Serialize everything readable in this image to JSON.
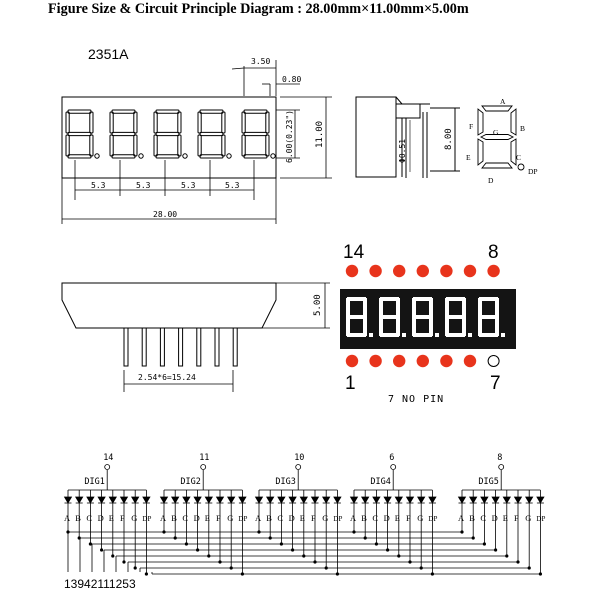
{
  "title": "Figure Size & Circuit Principle Diagram : 28.00mm×11.00mm×5.00m",
  "model": "2351A",
  "front_view": {
    "digit_pitch": [
      "5.3",
      "5.3",
      "5.3",
      "5.3"
    ],
    "width": "28.00",
    "height": "11.00",
    "char_height": "6.00(0.23\")",
    "top_dim": "3.50",
    "seg_width": "0.80"
  },
  "side_view": {
    "pin_dia": "Φ0.51",
    "height": "8.00"
  },
  "segment_labels": [
    "A",
    "B",
    "C",
    "D",
    "E",
    "F",
    "G",
    "DP"
  ],
  "bottom_view": {
    "thickness": "5.00",
    "pin_span": "2.54*6=15.24"
  },
  "pinout": {
    "top_left": "14",
    "top_right": "8",
    "bottom_left": "1",
    "bottom_right": "7",
    "no_pin_note": "7 NO PIN",
    "colors": {
      "display_bg": "#141414",
      "segment": "#ffffff",
      "pin": "#e8341c"
    }
  },
  "schematic": {
    "digits": [
      {
        "name": "DIG1",
        "pin": "14"
      },
      {
        "name": "DIG2",
        "pin": "11"
      },
      {
        "name": "DIG3",
        "pin": "10"
      },
      {
        "name": "DIG4",
        "pin": "6"
      },
      {
        "name": "DIG5",
        "pin": "8"
      }
    ],
    "segments": [
      "A",
      "B",
      "C",
      "D",
      "E",
      "F",
      "G",
      "DP"
    ],
    "segment_pins": [
      "13",
      "9",
      "4",
      "2",
      "11",
      "12",
      "5",
      "3"
    ]
  }
}
